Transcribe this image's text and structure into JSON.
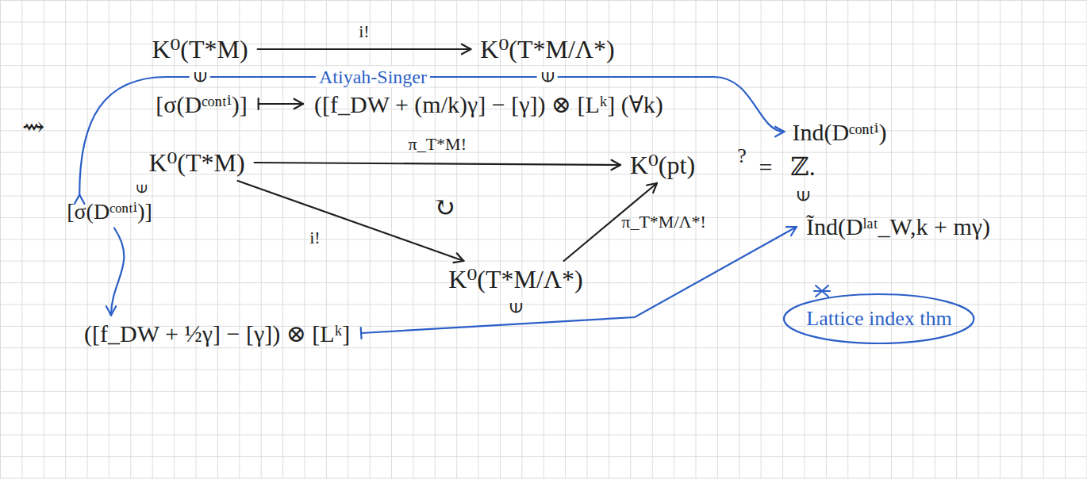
{
  "diagram": {
    "nodes": [
      {
        "text": [
          "K⁰(T*M)"
        ]
      },
      {
        "text": [
          "K⁰(T*M/Λ*)"
        ]
      },
      {
        "text": [
          "[σ(Dᶜᵒⁿᵗⁱ)]"
        ]
      },
      {
        "text": [
          "([f_DW + (m/k)γ] − [γ]) ⊗ [Lᵏ] (∀k)"
        ]
      },
      {
        "text": [
          "K⁰(T*M)"
        ]
      },
      {
        "text": [
          "K⁰(pt)"
        ]
      },
      {
        "text": [
          "K⁰(T*M/Λ*)"
        ]
      },
      {
        "text": [
          "[σ(Dᶜᵒⁿᵗⁱ)]"
        ]
      },
      {
        "text": [
          "Ind(Dᶜᵒⁿᵗⁱ)"
        ]
      },
      {
        "text": [
          "([f_DW + ½γ] − [γ]) ⊗ [Lᵏ]"
        ]
      },
      {
        "text": [
          "Ĩnd(Dˡᵃᵗ_W,k + mγ)"
        ]
      },
      {
        "text": [
          "Lattice index thm"
        ]
      }
    ],
    "edges": [
      {
        "from": 0,
        "to": 1,
        "arrow": "to",
        "label": "i!"
      },
      {
        "from": 2,
        "to": 3,
        "arrow": "to"
      },
      {
        "from": 4,
        "to": 5,
        "arrow": "to",
        "label": "π_T*M!"
      },
      {
        "from": 4,
        "to": 6,
        "arrow": "to",
        "label": "i!"
      },
      {
        "from": 6,
        "to": 5,
        "arrow": "to",
        "label": "π_T*M/Λ*!"
      },
      {
        "from": 7,
        "to": 8,
        "arrow": "both",
        "label": "Atiyah-Singer"
      },
      {
        "from": 7,
        "to": 9,
        "arrow": "to"
      },
      {
        "from": 9,
        "to": 10,
        "arrow": "to"
      }
    ],
    "labels": [
      "∈",
      "∈",
      "⇝",
      "?",
      "=",
      "ℤ.",
      "∈",
      "↻",
      "∈",
      "∈"
    ]
  }
}
